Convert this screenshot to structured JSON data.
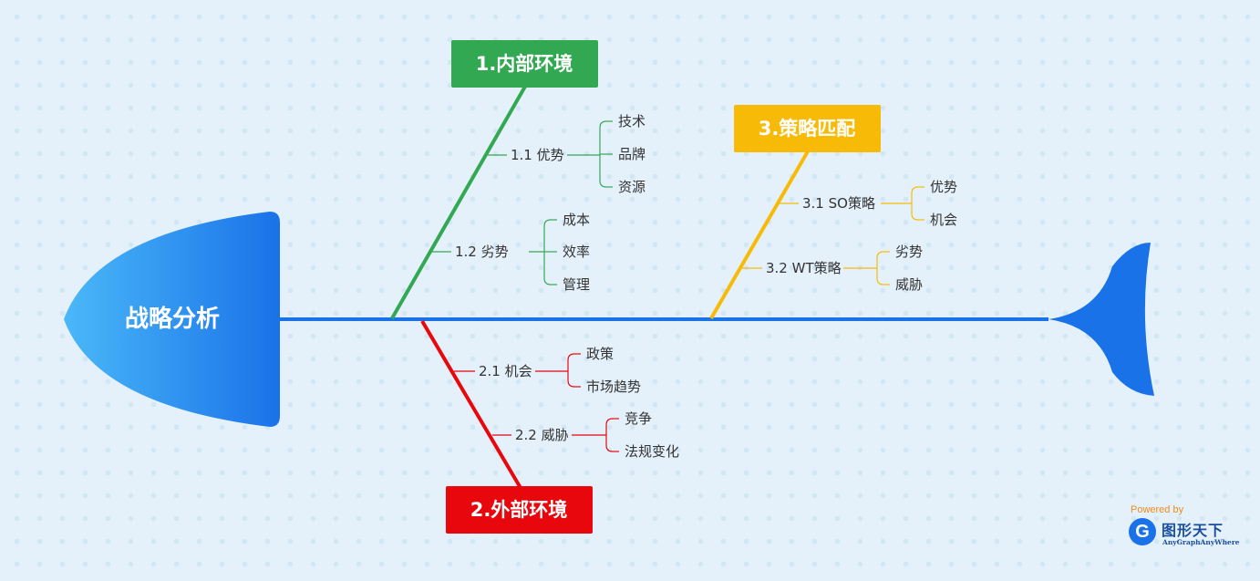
{
  "colors": {
    "spine": "#1a72e8",
    "internal": "#33a853",
    "external": "#e8070c",
    "strategy": "#f7bb07",
    "head_start": "#4ab8f8",
    "head_end": "#1a72e8",
    "tail": "#1a72e8",
    "label": "#333333"
  },
  "diagram": {
    "head": "战略分析",
    "categories": [
      {
        "id": "internal",
        "title": "1.内部环境",
        "causes": [
          {
            "label": "1.1 优势",
            "items": [
              "技术",
              "品牌",
              "资源"
            ]
          },
          {
            "label": "1.2 劣势",
            "items": [
              "成本",
              "效率",
              "管理"
            ]
          }
        ]
      },
      {
        "id": "external",
        "title": "2.外部环境",
        "causes": [
          {
            "label": "2.1 机会",
            "items": [
              "政策",
              "市场趋势"
            ]
          },
          {
            "label": "2.2 威胁",
            "items": [
              "竞争",
              "法规变化"
            ]
          }
        ]
      },
      {
        "id": "strategy",
        "title": "3.策略匹配",
        "causes": [
          {
            "label": "3.1 SO策略",
            "items": [
              "优势",
              "机会"
            ]
          },
          {
            "label": "3.2 WT策略",
            "items": [
              "劣势",
              "威胁"
            ]
          }
        ]
      }
    ]
  },
  "branding": {
    "powered_by": "Powered by",
    "logo_letter": "G",
    "name": "图形天下",
    "sub": "AnyGraphAnyWhere"
  }
}
